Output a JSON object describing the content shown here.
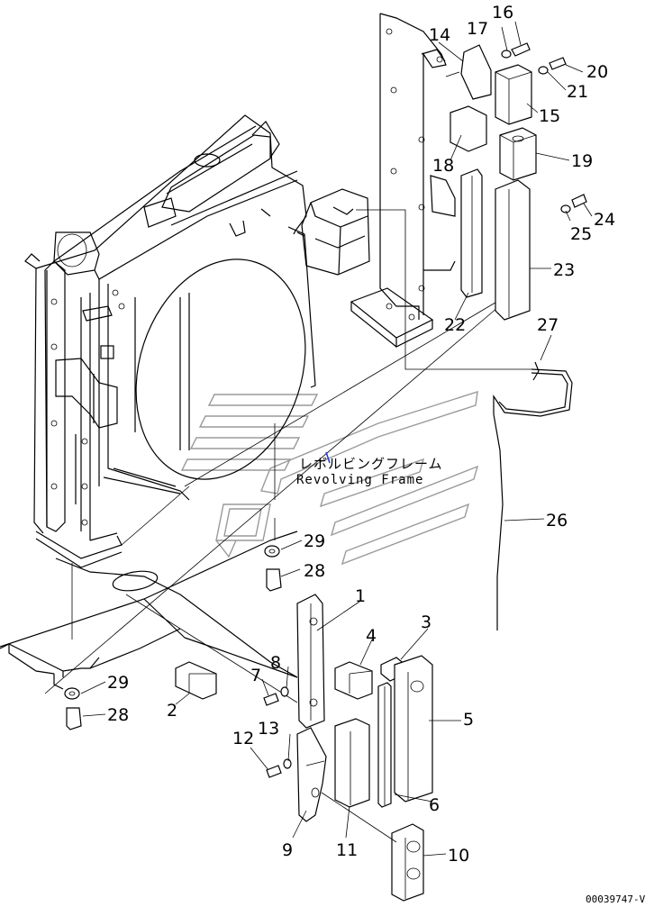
{
  "diagram": {
    "callouts": {
      "c1": "1",
      "c2": "2",
      "c3": "3",
      "c4": "4",
      "c5": "5",
      "c6": "6",
      "c7": "7",
      "c8": "8",
      "c9": "9",
      "c10": "10",
      "c11": "11",
      "c12": "12",
      "c13": "13",
      "c14": "14",
      "c15": "15",
      "c16": "16",
      "c17": "17",
      "c18": "18",
      "c19": "19",
      "c20": "20",
      "c21": "21",
      "c22": "22",
      "c23": "23",
      "c24": "24",
      "c25": "25",
      "c26": "26",
      "c27": "27",
      "c28a": "28",
      "c28b": "28",
      "c29a": "29",
      "c29b": "29"
    },
    "reference_label_jp": "レボルビングフレーム",
    "reference_label_en": "Revolving Frame",
    "drawing_code": "00039747-V"
  }
}
